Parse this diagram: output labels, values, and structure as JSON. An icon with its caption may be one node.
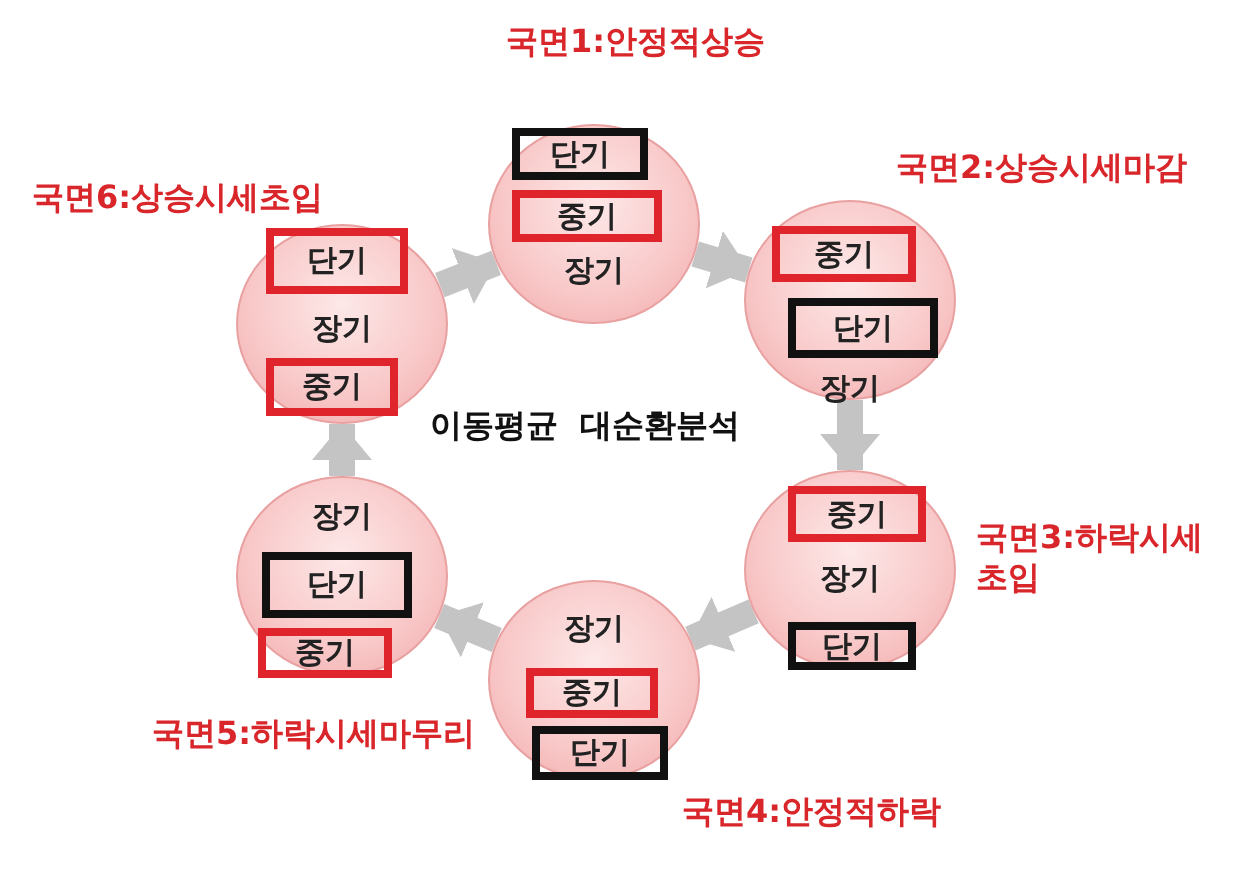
{
  "diagram": {
    "nodes": [
      {
        "text": [
          "장기"
        ],
        "beside": [
          "국면1:안정적상승"
        ]
      },
      {
        "text": [
          "단기"
        ],
        "in": 0
      },
      {
        "text": [
          "중기"
        ],
        "in": 0
      },
      {
        "text": [
          "장기"
        ],
        "beside": [
          "국면2:상승시세마감"
        ]
      },
      {
        "text": [
          "중기"
        ],
        "in": 3
      },
      {
        "text": [
          "단기"
        ],
        "in": 3
      },
      {
        "text": [
          "장기"
        ],
        "beside": [
          "국면3:하락시세 초입"
        ]
      },
      {
        "text": [
          "중기"
        ],
        "in": 6
      },
      {
        "text": [
          "단기"
        ],
        "in": 6
      },
      {
        "text": [
          "장기"
        ],
        "beside": [
          "국면4:안정적하락"
        ]
      },
      {
        "text": [
          "중기"
        ],
        "in": 9
      },
      {
        "text": [
          "단기"
        ],
        "in": 9
      },
      {
        "text": [
          "장기"
        ],
        "beside": [
          "국면5:하락시세마무리"
        ]
      },
      {
        "text": [
          "단기"
        ],
        "in": 12
      },
      {
        "text": [
          "중기"
        ],
        "in": 12
      },
      {
        "text": [
          "장기"
        ],
        "beside": [
          "국면6:상승시세초입"
        ]
      },
      {
        "text": [
          "단기"
        ],
        "in": 15
      },
      {
        "text": [
          "중기"
        ],
        "in": 15
      }
    ],
    "edges": [
      {
        "from": 0,
        "to": 3,
        "arrow": "to"
      },
      {
        "from": 3,
        "to": 6,
        "arrow": "to"
      },
      {
        "from": 6,
        "to": 9,
        "arrow": "to"
      },
      {
        "from": 9,
        "to": 12,
        "arrow": "to"
      },
      {
        "from": 12,
        "to": 15,
        "arrow": "to"
      },
      {
        "from": 15,
        "to": 0,
        "arrow": "to"
      }
    ],
    "labels": [
      "이동평균  대순환분석"
    ]
  }
}
